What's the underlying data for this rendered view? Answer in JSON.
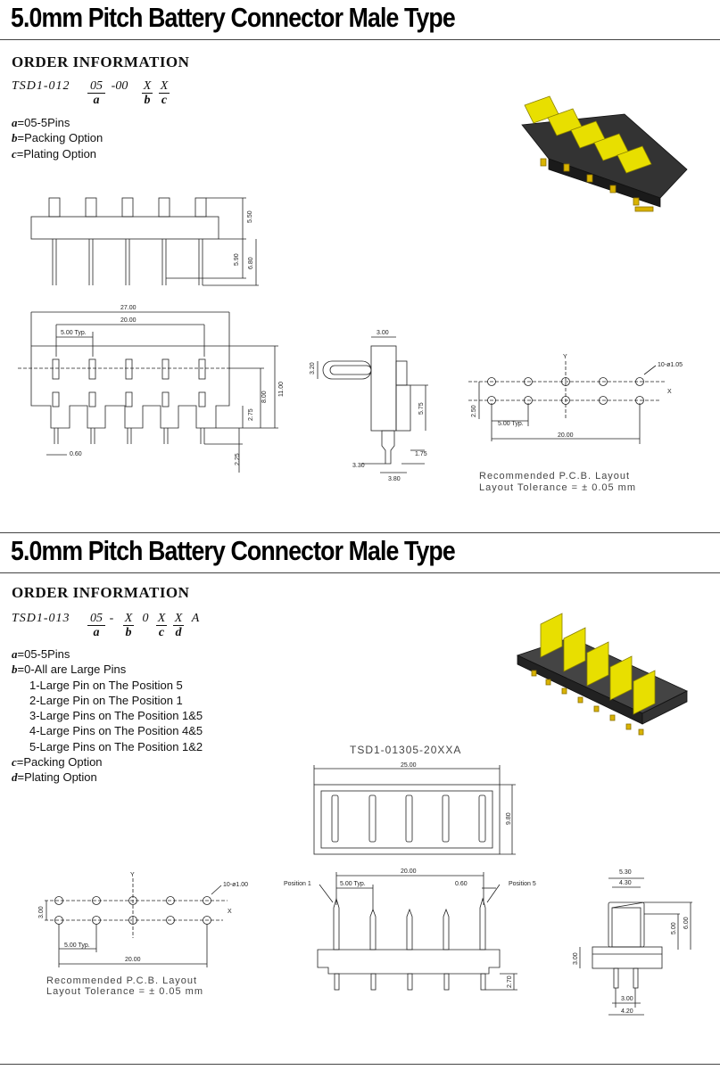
{
  "section1": {
    "title": "5.0mm Pitch Battery Connector Male Type",
    "order_header": "ORDER INFORMATION",
    "code_prefix": "TSD1-012",
    "code_parts": [
      {
        "top": "05",
        "bottom": "a"
      },
      {
        "top": "-00",
        "bottom": ""
      },
      {
        "top": "X",
        "bottom": "b"
      },
      {
        "top": "X",
        "bottom": "c"
      }
    ],
    "options": [
      {
        "key": "a",
        "text": "=05-5Pins"
      },
      {
        "key": "b",
        "text": "=Packing Option"
      },
      {
        "key": "c",
        "text": "=Plating Option"
      }
    ],
    "dims": {
      "d550": "5.50",
      "d590": "5.90",
      "d680": "6.80",
      "d2700": "27.00",
      "d2000": "20.00",
      "d500typ": "5.00 Typ.",
      "d1100": "11.00",
      "d800": "8.00",
      "d275": "2.75",
      "d225": "2.25",
      "d060": "0.60",
      "d300": "3.00",
      "d320": "3.20",
      "d575": "5.75",
      "d175": "1.75",
      "d330": "3.30",
      "d380": "3.80",
      "d250": "2.50",
      "pcb500": "5.00 Typ.",
      "pcb2000": "20.00",
      "holes": "10-ø1.05",
      "x": "X",
      "y": "Y"
    },
    "pcb_note1": "Recommended   P.C.B.  Layout",
    "pcb_note2": "Layout  Tolerance  =  ±  0.05  mm"
  },
  "section2": {
    "title": "5.0mm Pitch Battery Connector Male Type",
    "order_header": "ORDER INFORMATION",
    "code_prefix": "TSD1-013",
    "code_parts": [
      {
        "top": "05",
        "bottom": "a"
      },
      {
        "top": "-",
        "bottom": ""
      },
      {
        "top": "X",
        "bottom": "b"
      },
      {
        "top": "0",
        "bottom": ""
      },
      {
        "top": "X",
        "bottom": "c"
      },
      {
        "top": "X",
        "bottom": "d"
      },
      {
        "top": "A",
        "bottom": ""
      }
    ],
    "options": [
      {
        "key": "a",
        "text": "=05-5Pins"
      },
      {
        "key": "b",
        "text": "=0-All are Large Pins"
      },
      {
        "key": "",
        "text": "1-Large Pin on The Position 5"
      },
      {
        "key": "",
        "text": "2-Large Pin on The Position 1"
      },
      {
        "key": "",
        "text": "3-Large Pins on The Position 1&5"
      },
      {
        "key": "",
        "text": "4-Large Pins on The Position 4&5"
      },
      {
        "key": "",
        "text": "5-Large Pins on The Position 1&2"
      },
      {
        "key": "c",
        "text": "=Packing Option"
      },
      {
        "key": "d",
        "text": "=Plating Option"
      }
    ],
    "drawing_label": "TSD1-01305-20XXA",
    "dims": {
      "d2500": "25.00",
      "d980": "9.80",
      "d2000": "20.00",
      "d500typ": "5.00 Typ.",
      "d060": "0.60",
      "pos1": "Position 1",
      "pos5": "Position 5",
      "d270": "2.70",
      "d530": "5.30",
      "d430": "4.30",
      "d500": "5.00",
      "d600": "6.00",
      "d300v": "3.00",
      "d300": "3.00",
      "d420": "4.20",
      "holes": "10-ø1.00",
      "d300pcb": "3.00",
      "pcb500": "5.00 Typ.",
      "pcb2000": "20.00",
      "x": "X",
      "y": "Y"
    },
    "pcb_note1": "Recommended   P.C.B.  Layout",
    "pcb_note2": "Layout  Tolerance  =  ±  0.05  mm"
  }
}
